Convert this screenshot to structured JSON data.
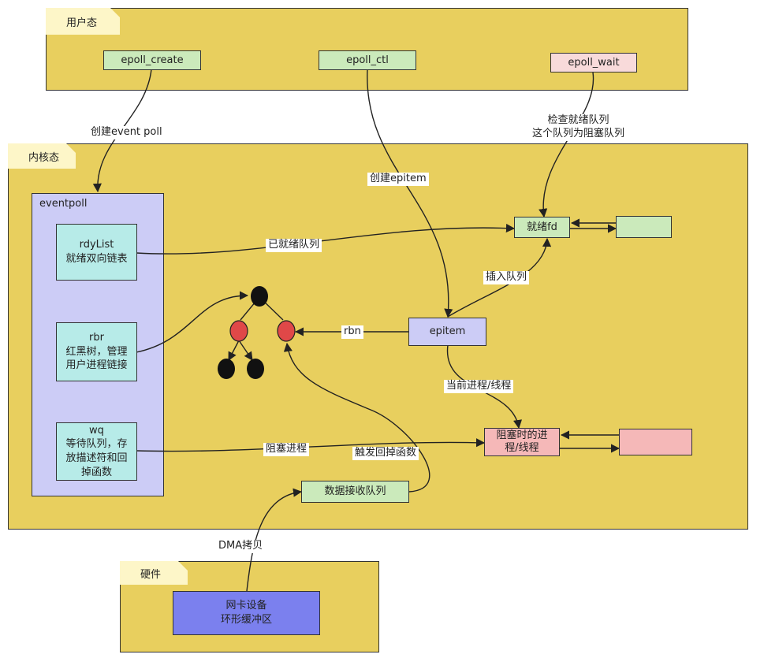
{
  "regions": {
    "user": "用户态",
    "kernel": "内核态",
    "hardware": "硬件"
  },
  "syscalls": {
    "epoll_create": "epoll_create",
    "epoll_ctl": "epoll_ctl",
    "epoll_wait": "epoll_wait"
  },
  "eventpoll": {
    "title": "eventpoll",
    "rdylist": "rdyList\n就绪双向链表",
    "rbr": "rbr\n红黑树，管理\n用户进程链接",
    "wq": "wq\n等待队列，存\n放描述符和回\n掉函数"
  },
  "nodes": {
    "ready_fd": "就绪fd",
    "epitem": "epitem",
    "blocked": "阻塞时的进\n程/线程",
    "data_queue": "数据接收队列",
    "nic": "网卡设备\n环形缓冲区"
  },
  "edge_labels": {
    "create_event_poll": "创建event poll",
    "check_ready": "检查就绪队列\n这个队列为阻塞队列",
    "create_epitem": "创建epitem",
    "ready_queue": "已就绪队列",
    "insert_queue": "插入队列",
    "rbn": "rbn",
    "current_proc": "当前进程/线程",
    "block_proc": "阻塞进程",
    "trigger_cb": "触发回掉函数",
    "dma_copy": "DMA拷贝"
  },
  "colors": {
    "region_fill": "#e8cf5e",
    "tag_fill": "#fdf6c8",
    "syscall_green": "#cbeabb",
    "syscall_pink": "#f8dada",
    "eventpoll_fill": "#ccccf6",
    "field_fill": "#b7ebe8",
    "nic_fill": "#7b80ee",
    "blocked_fill": "#f5b8b8",
    "tree_black": "#111111",
    "tree_red": "#e04848"
  }
}
